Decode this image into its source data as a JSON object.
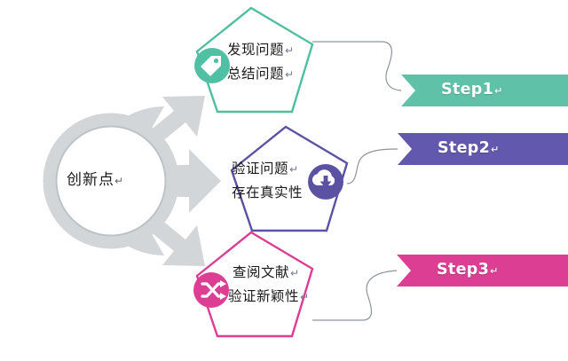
{
  "diagram": {
    "title_core": {
      "label": "创新点",
      "mark": "↵"
    },
    "hub_icon": "three-way-arrow-ring-icon",
    "nodes": [
      {
        "id": "node-1",
        "icon": "tag-icon",
        "line1": "发现问题",
        "line1_mark": "↵",
        "line2": "总结问题",
        "line2_mark": "↵",
        "color": "#4FBFA0",
        "fill": "#ffffff"
      },
      {
        "id": "node-2",
        "icon": "cloud-download-icon",
        "line1": "验证问题",
        "line1_mark": "↵",
        "line2": "存在真实性",
        "line2_mark": "",
        "color": "#5B52A3",
        "fill": "#ffffff"
      },
      {
        "id": "node-3",
        "icon": "shuffle-icon",
        "line1": "查阅文献",
        "line1_mark": "↵",
        "line2": "验证新颖性",
        "line2_mark": "↵",
        "color": "#DB3E93",
        "fill": "#ffffff"
      }
    ],
    "steps": [
      {
        "id": "step-1",
        "label": "Step1",
        "mark": "↵",
        "color": "#5FC2A8"
      },
      {
        "id": "step-2",
        "label": "Step2",
        "mark": "↵",
        "color": "#6258AD"
      },
      {
        "id": "step-3",
        "label": "Step3",
        "mark": "↵",
        "color": "#DB3E93"
      }
    ],
    "connector_color": "#8f949b",
    "hub_color": "#d2d6d9",
    "hub_ring_inner": "#bcc3c7"
  }
}
